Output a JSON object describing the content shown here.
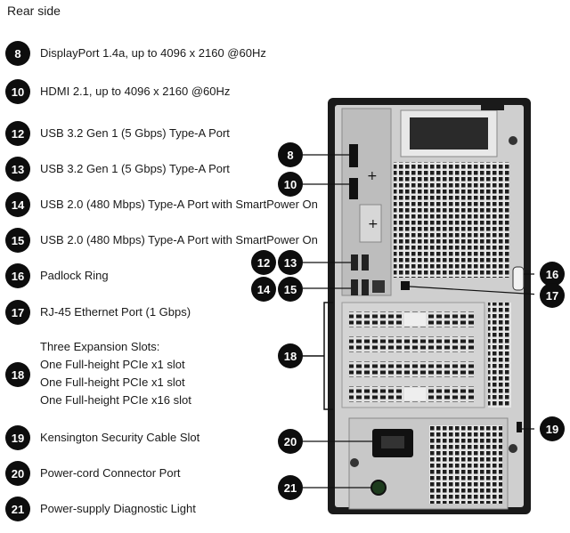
{
  "section_title": "Rear side",
  "items": [
    {
      "num": "8",
      "text": "DisplayPort 1.4a, up to 4096 x 2160 @60Hz"
    },
    {
      "num": "10",
      "text": "HDMI 2.1, up to 4096 x 2160 @60Hz"
    },
    {
      "num": "12",
      "text": "USB 3.2 Gen 1 (5 Gbps) Type-A Port"
    },
    {
      "num": "13",
      "text": "USB 3.2 Gen 1 (5 Gbps) Type-A Port"
    },
    {
      "num": "14",
      "text": "USB 2.0 (480 Mbps) Type-A Port with SmartPower On"
    },
    {
      "num": "15",
      "text": "USB 2.0 (480 Mbps) Type-A Port with SmartPower On"
    },
    {
      "num": "16",
      "text": "Padlock Ring"
    },
    {
      "num": "17",
      "text": "RJ-45 Ethernet Port (1 Gbps)"
    },
    {
      "num": "18",
      "lines": [
        "Three Expansion Slots:",
        "One Full-height PCIe x1 slot",
        "One Full-height PCIe x1 slot",
        "One Full-height PCIe x16 slot"
      ]
    },
    {
      "num": "19",
      "text": "Kensington Security Cable Slot"
    },
    {
      "num": "20",
      "text": "Power-cord Connector Port"
    },
    {
      "num": "21",
      "text": "Power-supply Diagnostic Light"
    }
  ],
  "callouts": {
    "c8": "8",
    "c10": "10",
    "c12": "12",
    "c13": "13",
    "c14": "14",
    "c15": "15",
    "c16": "16",
    "c17": "17",
    "c18": "18",
    "c19": "19",
    "c20": "20",
    "c21": "21"
  }
}
